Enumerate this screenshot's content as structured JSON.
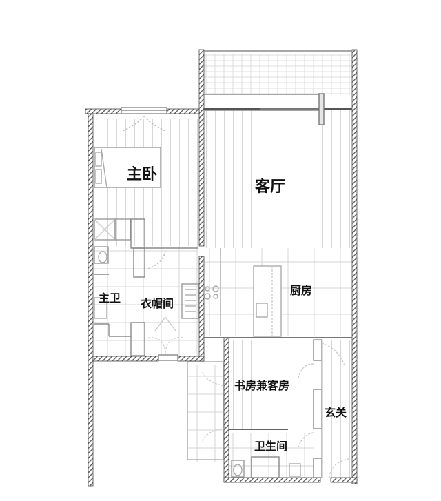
{
  "plan": {
    "type": "apartment floor plan",
    "colors": {
      "wall_hatch": "#555555",
      "wall_bg": "#ffffff",
      "line": "#9a9a9a",
      "light_line": "#cfcfcf",
      "text": "#111111"
    },
    "rooms": [
      {
        "id": "master-bedroom",
        "label": "主卧"
      },
      {
        "id": "living-room",
        "label": "客厅"
      },
      {
        "id": "master-bath",
        "label": "主卫"
      },
      {
        "id": "walk-in-closet",
        "label": "衣帽间"
      },
      {
        "id": "kitchen",
        "label": "厨房"
      },
      {
        "id": "study-guest-room",
        "label": "书房兼客房"
      },
      {
        "id": "entrance",
        "label": "玄关"
      },
      {
        "id": "bathroom",
        "label": "卫生间"
      }
    ]
  }
}
